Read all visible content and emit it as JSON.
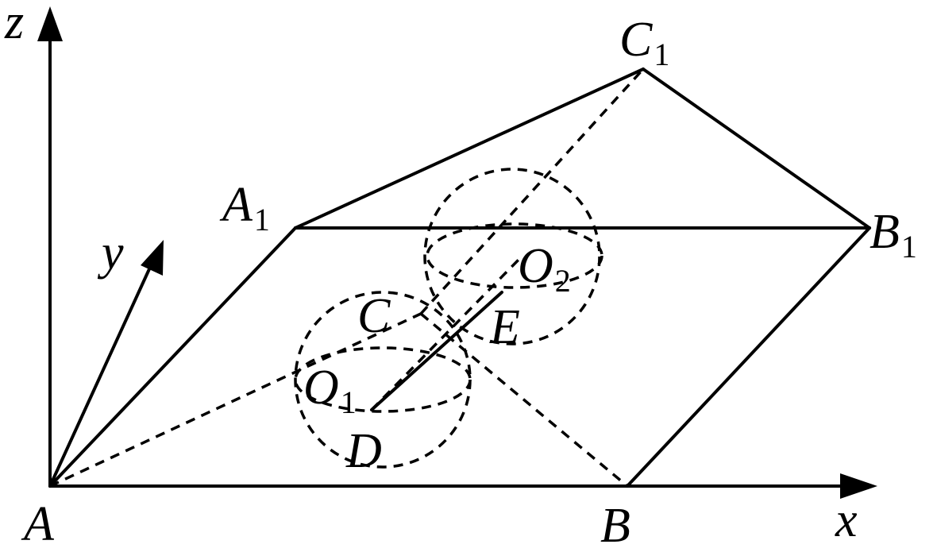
{
  "labels": {
    "z": "z",
    "y": "y",
    "x": "x",
    "A": "A",
    "B": "B",
    "C": "C",
    "D": "D",
    "E": "E",
    "A1": {
      "main": "A",
      "sub": "1"
    },
    "B1": {
      "main": "B",
      "sub": "1"
    },
    "C1": {
      "main": "C",
      "sub": "1"
    },
    "O1": {
      "main": "O",
      "sub": "1"
    },
    "O2": {
      "main": "O",
      "sub": "2"
    }
  },
  "colors": {
    "stroke": "#000000",
    "background": "#ffffff"
  }
}
